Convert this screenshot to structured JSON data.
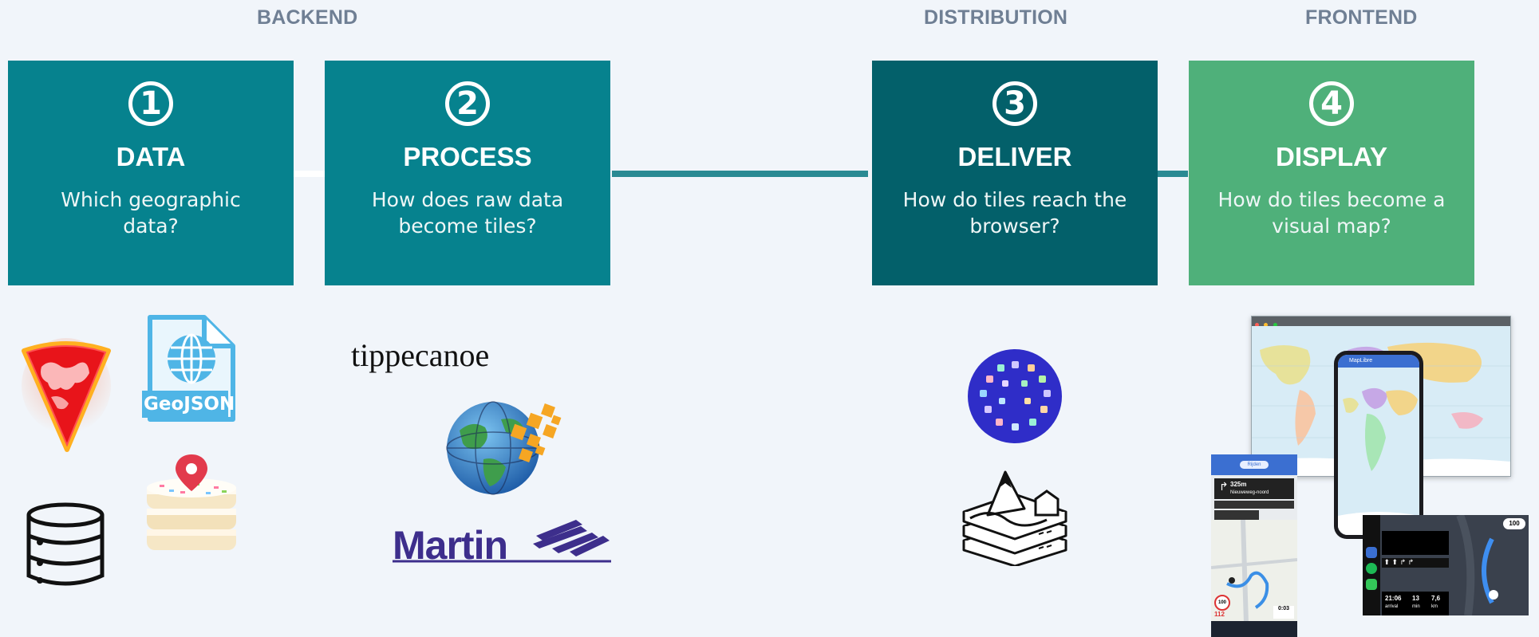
{
  "sections": {
    "backend": "BACKEND",
    "distribution": "DISTRIBUTION",
    "frontend": "FRONTEND"
  },
  "steps": [
    {
      "number": "1",
      "title": "DATA",
      "question": "Which geographic data?"
    },
    {
      "number": "2",
      "title": "PROCESS",
      "question": "How does raw data become tiles?"
    },
    {
      "number": "3",
      "title": "DELIVER",
      "question": "How do tiles reach the browser?"
    },
    {
      "number": "4",
      "title": "DISPLAY",
      "question": "How do tiles become a visual map?"
    }
  ],
  "colors": {
    "step1": "#06828e",
    "step2": "#06828e",
    "step3": "#03606a",
    "step4": "#4fb07a",
    "connector": "#2a8a93",
    "background": "#f1f5fa"
  },
  "logos": {
    "geojson_label": "GeoJSON",
    "tippecanoe": "tippecanoe",
    "martin": "Martin"
  },
  "nav_app": {
    "distance": "325m",
    "street": "Nieuweweg-noord",
    "button": "Rijden",
    "speed_limit": "100",
    "speed": "112",
    "eta_time": "0:03",
    "arrival": "21:06",
    "arrival_label": "arrival",
    "minutes": "13",
    "minutes_label": "min",
    "km": "7,6",
    "km_label": "km"
  },
  "map_app": {
    "title": "MapLibre"
  }
}
